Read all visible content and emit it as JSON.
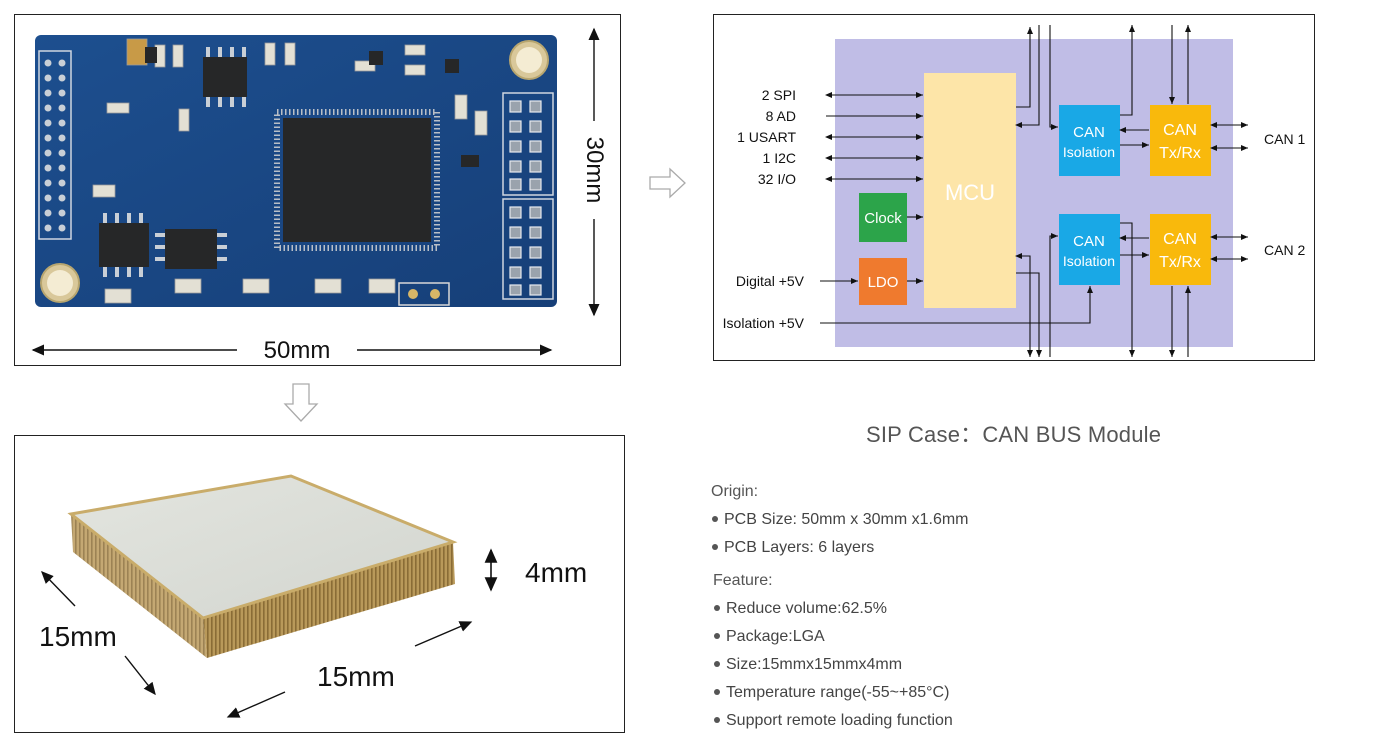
{
  "pcb": {
    "width_label": "50mm",
    "height_label": "30mm"
  },
  "sip": {
    "height_label": "4mm",
    "left_label": "15mm",
    "bottom_label": "15mm"
  },
  "diagram": {
    "left_labels": [
      "2 SPI",
      "8 AD",
      "1 USART",
      "1 I2C",
      "32 I/O"
    ],
    "power_labels": [
      "Digital +5V",
      "Isolation +5V"
    ],
    "mcu": "MCU",
    "clock": "Clock",
    "ldo": "LDO",
    "can_iso_1": [
      "CAN",
      "Isolation"
    ],
    "can_iso_2": [
      "CAN",
      "Isolation"
    ],
    "can_tx_1": [
      "CAN",
      "Tx/Rx"
    ],
    "can_tx_2": [
      "CAN",
      "Tx/Rx"
    ],
    "can_out_1": "CAN 1",
    "can_out_2": "CAN 2",
    "colors": {
      "background": "#c0bde6",
      "mcu": "#fde5a8",
      "clock": "#2ca44a",
      "ldo": "#ef7a2e",
      "isolation": "#19a8e6",
      "transceiver": "#f9b90c"
    }
  },
  "caption": "SIP Case：CAN BUS Module",
  "specs": {
    "origin_heading": "Origin:",
    "origin_items": [
      "PCB Size: 50mm x 30mm x1.6mm",
      "PCB Layers: 6 layers"
    ],
    "feature_heading": "Feature:",
    "feature_items": [
      "Reduce volume:62.5%",
      "Package:LGA",
      "Size:15mmx15mmx4mm",
      "Temperature range(-55~+85°C)",
      "Support remote loading function"
    ]
  }
}
